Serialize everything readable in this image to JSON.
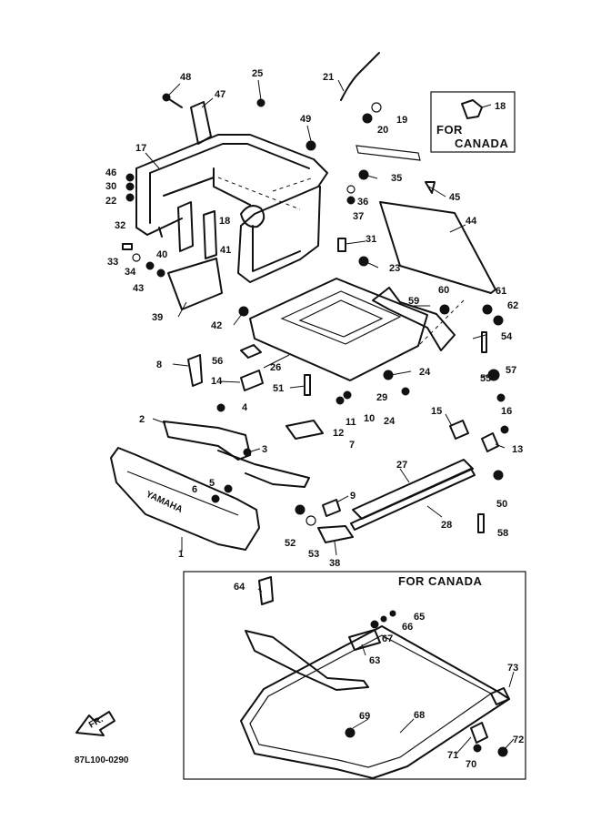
{
  "canada_inset_top": {
    "line1": "FOR",
    "line2": "CANADA",
    "part_number": "18"
  },
  "canada_inset_bottom": {
    "title": "FOR CANADA"
  },
  "drawing_code": "87L100-0290",
  "front_arrow_label": "FR.",
  "bumper_brand": "YAMAHA",
  "callouts": [
    "48",
    "25",
    "21",
    "47",
    "49",
    "20",
    "19",
    "17",
    "46",
    "30",
    "22",
    "35",
    "45",
    "18",
    "36",
    "37",
    "44",
    "32",
    "40",
    "41",
    "31",
    "33",
    "34",
    "43",
    "23",
    "61",
    "62",
    "60",
    "59",
    "39",
    "42",
    "54",
    "56",
    "26",
    "24",
    "8",
    "55",
    "57",
    "14",
    "51",
    "29",
    "10",
    "11",
    "16",
    "4",
    "24",
    "15",
    "2",
    "12",
    "7",
    "13",
    "3",
    "27",
    "5",
    "6",
    "50",
    "9",
    "28",
    "52",
    "53",
    "58",
    "1",
    "38",
    "64",
    "65",
    "66",
    "67",
    "63",
    "73",
    "69",
    "68",
    "72",
    "71",
    "70"
  ]
}
